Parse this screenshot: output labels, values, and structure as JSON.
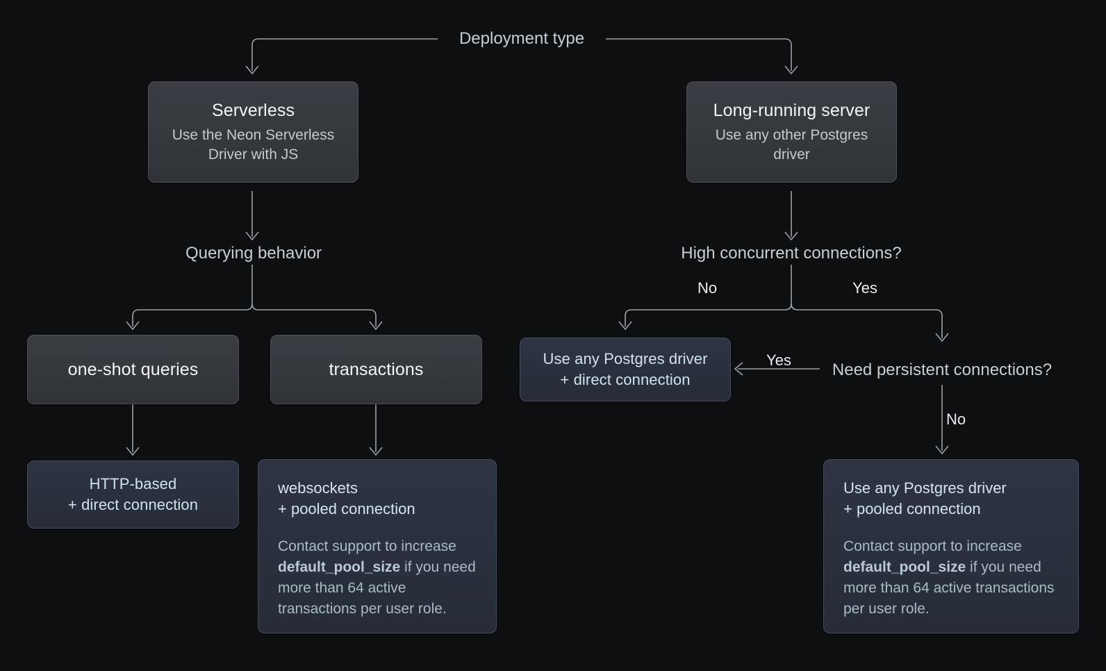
{
  "diagram": {
    "title": "Deployment type",
    "background": "#0d0f11",
    "connector_color": "#9aa3ab",
    "accent_blue": "#cfe3ec",
    "nodes": {
      "serverless": {
        "title": "Serverless",
        "subtitle": "Use the Neon Serverless Driver with JS"
      },
      "long_running": {
        "title": "Long-running server",
        "subtitle": "Use any other Postgres driver"
      },
      "querying_behavior": {
        "label": "Querying behavior"
      },
      "high_concurrent": {
        "label": "High concurrent connections?"
      },
      "one_shot": {
        "title": "one-shot queries"
      },
      "transactions": {
        "title": "transactions"
      },
      "direct_driver": {
        "line1": "Use any Postgres driver",
        "line2": "+ direct connection"
      },
      "need_persistent": {
        "label": "Need persistent connections?"
      },
      "http_based": {
        "line1": "HTTP-based",
        "line2": "+ direct connection"
      },
      "websockets": {
        "line1": "websockets",
        "line2": "+ pooled connection",
        "body_pre": "Contact support to increase ",
        "body_code": "default_pool_size",
        "body_post": " if you need more than 64 active transactions per user role."
      },
      "pooled_driver": {
        "line1": "Use any Postgres driver",
        "line2": "+ pooled connection",
        "body_pre": "Contact support to increase ",
        "body_code": "default_pool_size",
        "body_post": " if you need more than 64 active transactions per user role."
      }
    },
    "edge_labels": {
      "concurrent_no": "No",
      "concurrent_yes": "Yes",
      "persistent_yes": "Yes",
      "persistent_no": "No"
    }
  }
}
